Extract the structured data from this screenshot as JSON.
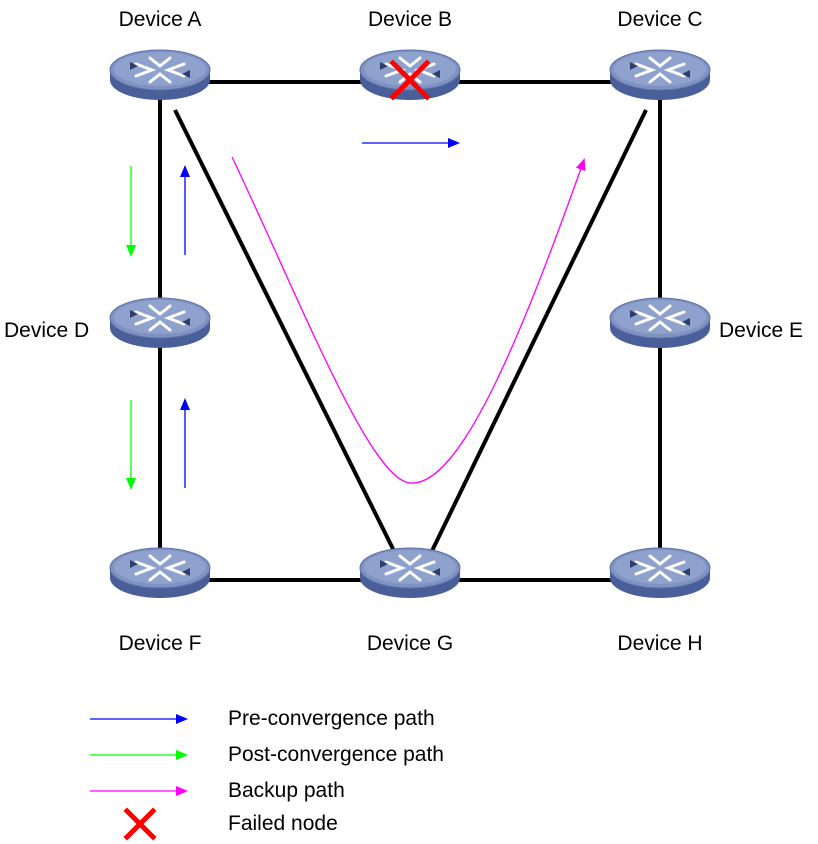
{
  "devices": {
    "a": "Device A",
    "b": "Device B",
    "c": "Device C",
    "d": "Device D",
    "e": "Device E",
    "f": "Device F",
    "g": "Device G",
    "h": "Device H"
  },
  "colors": {
    "link": "#000000",
    "pre_convergence": "#0000ff",
    "post_convergence": "#00ff00",
    "backup": "#ff00ff",
    "failed": "#ff0000",
    "router_top": "#7f92c2",
    "router_side": "#4a5f99"
  },
  "legend": {
    "pre": "Pre-convergence path",
    "post": "Post-convergence path",
    "backup": "Backup path",
    "failed": "Failed node"
  },
  "icons": {
    "router": "router-icon",
    "failed": "red-x-icon"
  }
}
